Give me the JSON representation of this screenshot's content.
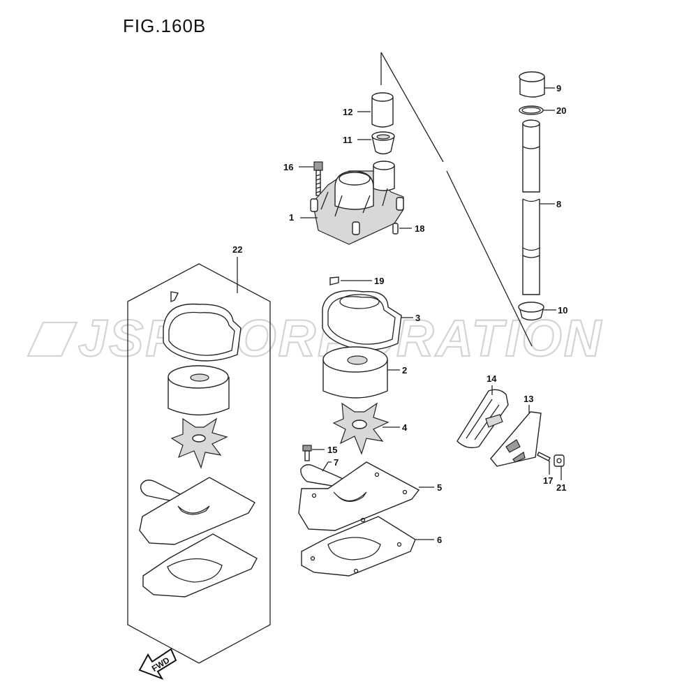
{
  "figure": {
    "title": "FIG.160B"
  },
  "watermark": {
    "text": "JSP CORPORATION"
  },
  "orientation": {
    "fwd_label": "FWD"
  },
  "callouts": {
    "c1": "1",
    "c2": "2",
    "c3": "3",
    "c4": "4",
    "c5": "5",
    "c6": "6",
    "c7": "7",
    "c8": "8",
    "c9": "9",
    "c10": "10",
    "c11": "11",
    "c12": "12",
    "c13": "13",
    "c14": "14",
    "c15": "15",
    "c16": "16",
    "c17": "17",
    "c18": "18",
    "c19": "19",
    "c20": "20",
    "c21": "21",
    "c22": "22"
  }
}
